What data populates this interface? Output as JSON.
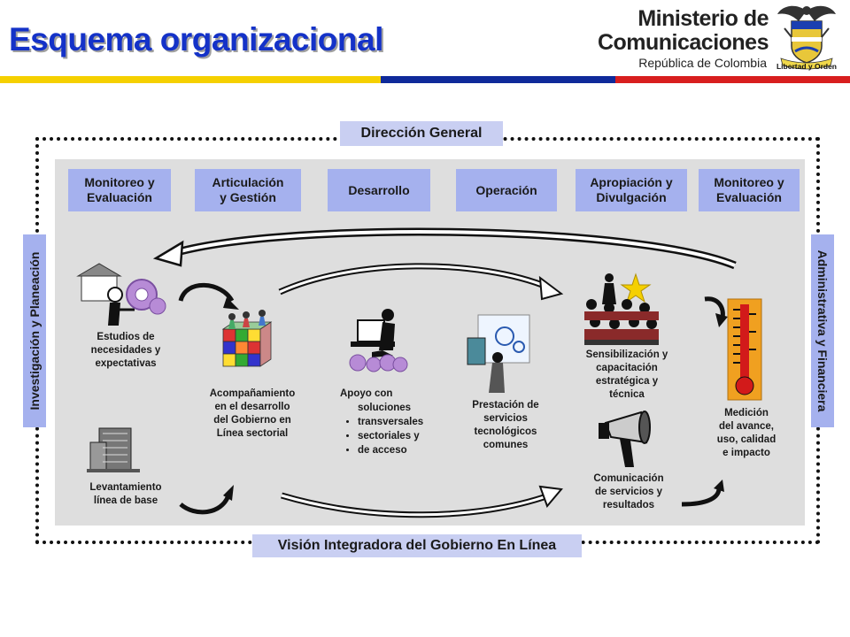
{
  "header": {
    "title": "Esquema organizacional",
    "ministry_line1": "Ministerio de",
    "ministry_line2": "Comunicaciones",
    "ministry_country": "República de Colombia",
    "shield_motto": "Libertad y Orden"
  },
  "colors": {
    "title_blue": "#1432c8",
    "flag_yellow": "#f5d000",
    "flag_blue": "#0f2a9a",
    "flag_red": "#d81e1e",
    "stage_box": "#a5b1ee",
    "label_box": "#c9cff2",
    "panel_grey": "#dedede"
  },
  "diagram": {
    "top_label": "Dirección General",
    "bottom_label": "Visión Integradora del Gobierno En Línea",
    "left_label": "Investigación y Planeación",
    "right_label": "Administrativa y Financiera",
    "stages": [
      {
        "line1": "Monitoreo y",
        "line2": "Evaluación"
      },
      {
        "line1": "Articulación",
        "line2": "y Gestión"
      },
      {
        "line1": "Desarrollo",
        "line2": ""
      },
      {
        "line1": "Operación",
        "line2": ""
      },
      {
        "line1": "Apropiación y",
        "line2": "Divulgación"
      },
      {
        "line1": "Monitoreo y",
        "line2": "Evaluación"
      }
    ],
    "activities": {
      "estudios": [
        "Estudios de",
        "necesidades y",
        "expectativas"
      ],
      "levantamiento": [
        "Levantamiento",
        "línea de base"
      ],
      "acompanamiento": [
        "Acompañamiento",
        "en el desarrollo",
        "del Gobierno en",
        "Línea sectorial"
      ],
      "apoyo_title": [
        "Apoyo con",
        "soluciones"
      ],
      "apoyo_bullets": [
        "transversales",
        "sectoriales y",
        "de acceso"
      ],
      "prestacion": [
        "Prestación de",
        "servicios",
        "tecnológicos",
        "comunes"
      ],
      "sensibilizacion": [
        "Sensibilización y",
        "capacitación",
        "estratégica y",
        "técnica"
      ],
      "comunicacion": [
        "Comunicación",
        "de servicios y",
        "resultados"
      ],
      "medicion": [
        "Medición",
        "del avance,",
        "uso, calidad",
        "e impacto"
      ]
    },
    "icons": [
      "house-person-gear-icon",
      "building-icon",
      "rubiks-cube-people-icon",
      "computer-user-gears-icon",
      "tech-services-icon",
      "training-audience-icon",
      "megaphone-icon",
      "thermometer-icon",
      "curved-arrow-icon"
    ]
  }
}
